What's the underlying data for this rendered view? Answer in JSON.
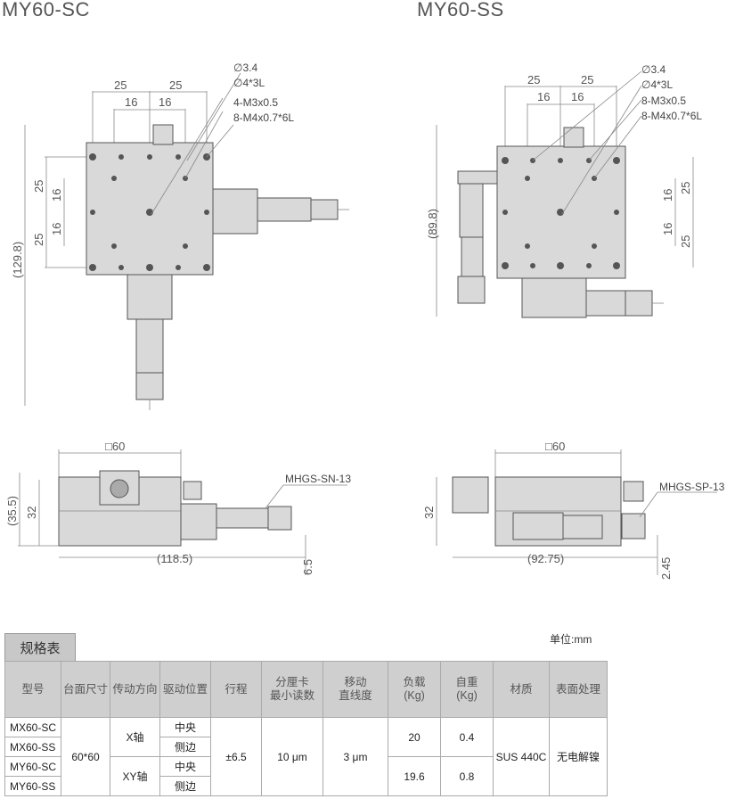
{
  "titles": {
    "left": "MY60-SC",
    "right": "MY60-SS"
  },
  "top_view_left": {
    "dims": {
      "d25a": "25",
      "d25b": "25",
      "d16a": "16",
      "d16b": "16",
      "v25a": "25",
      "v16a": "16",
      "v16b": "16",
      "v25b": "25",
      "total": "(129.8)"
    },
    "callouts": {
      "c1": "∅3.4",
      "c2": "∅4*3L",
      "c3": "4-M3x0.5",
      "c4": "8-M4x0.7*6L"
    }
  },
  "top_view_right": {
    "dims": {
      "d25a": "25",
      "d25b": "25",
      "d16a": "16",
      "d16b": "16",
      "v25a": "25",
      "v16a": "16",
      "v16b": "16",
      "v25b": "25",
      "total": "(89.8)"
    },
    "callouts": {
      "c1": "∅3.4",
      "c2": "∅4*3L",
      "c3": "8-M3x0.5",
      "c4": "8-M4x0.7*6L"
    }
  },
  "side_view_left": {
    "width": "□60",
    "height_total": "(35.5)",
    "height": "32",
    "length": "(118.5)",
    "offset": "6.5",
    "part": "MHGS-SN-13"
  },
  "side_view_right": {
    "width": "□60",
    "height": "32",
    "length": "(92.75)",
    "offset": "2.45",
    "part": "MHGS-SP-13"
  },
  "spec": {
    "tab": "规格表",
    "unit": "单位:mm",
    "headers": [
      "型号",
      "台面尺寸",
      "传动方向",
      "驱动位置",
      "行程",
      "分厘卡\n最小读数",
      "移动\n直线度",
      "负载\n(Kg)",
      "自重\n(Kg)",
      "材质",
      "表面处理"
    ],
    "models": [
      "MX60-SC",
      "MX60-SS",
      "MY60-SC",
      "MY60-SS"
    ],
    "table_size": "60*60",
    "directions": [
      "X轴",
      "XY轴"
    ],
    "positions": [
      "中央",
      "侧边",
      "中央",
      "侧边"
    ],
    "stroke": "±6.5",
    "reading": "10 μm",
    "straightness": "3 μm",
    "loads": [
      "20",
      "19.6"
    ],
    "weights": [
      "0.4",
      "0.8"
    ],
    "material": "SUS 440C",
    "surface": "无电解镍"
  }
}
